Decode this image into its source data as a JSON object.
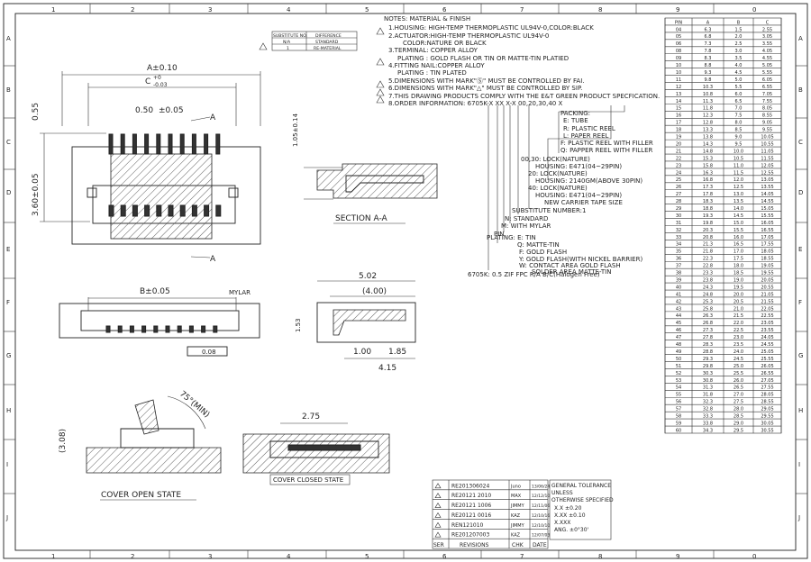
{
  "frame": {
    "columns": [
      "1",
      "2",
      "3",
      "4",
      "5",
      "6",
      "7",
      "8",
      "9",
      "0"
    ],
    "rows": [
      "A",
      "B",
      "C",
      "D",
      "E",
      "F",
      "G",
      "H",
      "I",
      "J"
    ]
  },
  "notes": {
    "lines": [
      "NOTES: MATERIAL & FINISH",
      "1.HOUSING: HIGH-TEMP THERMOPLASTIC UL94V-0,COLOR:BLACK",
      "2.ACTUATOR:HIGH-TEMP THERMOPLASTIC UL94V-0",
      "COLOR:NATURE OR BLACK",
      "3.TERMINAL: COPPER ALLOY",
      "PLATING : GOLD FLASH OR TIN OR MATTE-TIN PLATIED",
      "4.FITTING NAIL:COPPER ALLOY",
      "PLATING : TIN PLATED",
      "5.DIMENSIONS WITH MARK\"Ⓢ\" MUST BE CONTROLLED BY FAI.",
      "6.DIMENSIONS WITH MARK\"△\" MUST BE CONTROLLED BY SIP.",
      "7.THIS DRAWING PRODUCTS COMPLY WITH THE E&T GREEN PRODUCT SPECFICATION.",
      "8.ORDER INFORMATION: 6705K-X XX X-X 00,20,30,40 X"
    ]
  },
  "order_info": {
    "packing_title": "PACKING:",
    "packing": [
      "E: TUBE",
      "R: PLASTIC REEL",
      "L: PAPER REEL",
      "F: PLASTIC REEL WITH FILLER",
      "Q: PAPPER REEL WITH FILLER"
    ],
    "lock": [
      "00,30: LOCK(NATURE)",
      "HOUSING: E471(04~29PIN)",
      "20: LOCK(NATURE)",
      "HOUSING: 2140GM(ABOVE 30PIN)",
      "40: LOCK(NATURE)",
      "HOUSING: E471(04~29PIN)",
      "NEW CARRIER TAPE SIZE"
    ],
    "substitute": "SUBSTITUTE NUMBER:1",
    "type": [
      "N: STANDARD",
      "M: WITH MYLAR"
    ],
    "pin": "PIN",
    "plating": [
      "PLATING: E: TIN",
      "Q: MATTE-TIN",
      "F: GOLD FLASH",
      "Y: GOLD FLASH(WITH NICKEL BARRIER)",
      "W: CONTACT AREA GOLD FLASH",
      "SOLDER AREA MATTE-TIN"
    ],
    "product": "6705K: 0.5 ZIF FPC R/A B/C(Halogen Free)"
  },
  "substitute_table": {
    "headers": [
      "SUBSTITUTE NO.",
      "DIFFERENCE"
    ],
    "rows": [
      [
        "N/A",
        "STANDARD"
      ],
      [
        "1",
        "RE-MATERIAL"
      ]
    ]
  },
  "dimensions": {
    "a": "A±0.10",
    "c_upper": "+0",
    "c_lower": "-0.03",
    "c": "C",
    "pitch": "0.50",
    "pitch_tol": "±0.05",
    "s55": "0.55",
    "h360": "3.60±0.05",
    "b": "B±0.05",
    "mylar": "MYLAR",
    "d008": "0.08",
    "d105": "1.05±0.14",
    "d502": "5.02",
    "d400": "(4.00)",
    "d153": "1.53",
    "d100": "1.00",
    "d185": "1.85",
    "d415": "4.15",
    "d308": "(3.08)",
    "angle": "75°(MIN)",
    "d275": "2.75",
    "section_mark": "A"
  },
  "labels": {
    "section": "SECTION A-A",
    "cover_open": "COVER OPEN STATE",
    "cover_closed": "COVER CLOSED STATE"
  },
  "pin_table": {
    "headers": [
      "PIN",
      "A",
      "B",
      "C"
    ],
    "rows": [
      [
        "04",
        "6.3",
        "1.5",
        "2.55"
      ],
      [
        "05",
        "6.8",
        "2.0",
        "3.05"
      ],
      [
        "06",
        "7.3",
        "2.5",
        "3.55"
      ],
      [
        "08",
        "7.8",
        "3.0",
        "4.05"
      ],
      [
        "09",
        "8.3",
        "3.5",
        "4.55"
      ],
      [
        "10",
        "8.8",
        "4.0",
        "5.05"
      ],
      [
        "10",
        "9.3",
        "4.5",
        "5.55"
      ],
      [
        "11",
        "9.8",
        "5.0",
        "6.05"
      ],
      [
        "12",
        "10.3",
        "5.5",
        "6.55"
      ],
      [
        "13",
        "10.8",
        "6.0",
        "7.05"
      ],
      [
        "14",
        "11.3",
        "6.5",
        "7.55"
      ],
      [
        "15",
        "11.8",
        "7.0",
        "8.05"
      ],
      [
        "16",
        "12.3",
        "7.5",
        "8.55"
      ],
      [
        "17",
        "12.8",
        "8.0",
        "9.05"
      ],
      [
        "18",
        "13.3",
        "8.5",
        "9.55"
      ],
      [
        "19",
        "13.8",
        "9.0",
        "10.05"
      ],
      [
        "20",
        "14.3",
        "9.5",
        "10.55"
      ],
      [
        "21",
        "14.8",
        "10.0",
        "11.05"
      ],
      [
        "22",
        "15.3",
        "10.5",
        "11.55"
      ],
      [
        "23",
        "15.8",
        "11.0",
        "12.05"
      ],
      [
        "24",
        "16.3",
        "11.5",
        "12.55"
      ],
      [
        "25",
        "16.8",
        "12.0",
        "13.05"
      ],
      [
        "26",
        "17.3",
        "12.5",
        "13.55"
      ],
      [
        "27",
        "17.8",
        "13.0",
        "14.05"
      ],
      [
        "28",
        "18.3",
        "13.5",
        "14.55"
      ],
      [
        "29",
        "18.8",
        "14.0",
        "15.05"
      ],
      [
        "30",
        "19.3",
        "14.5",
        "15.55"
      ],
      [
        "31",
        "19.8",
        "15.0",
        "16.05"
      ],
      [
        "32",
        "20.3",
        "15.5",
        "16.55"
      ],
      [
        "33",
        "20.8",
        "16.0",
        "17.05"
      ],
      [
        "34",
        "21.3",
        "16.5",
        "17.55"
      ],
      [
        "35",
        "21.8",
        "17.0",
        "18.05"
      ],
      [
        "36",
        "22.3",
        "17.5",
        "18.55"
      ],
      [
        "37",
        "22.8",
        "18.0",
        "19.05"
      ],
      [
        "38",
        "23.3",
        "18.5",
        "19.55"
      ],
      [
        "39",
        "23.8",
        "19.0",
        "20.05"
      ],
      [
        "40",
        "24.3",
        "19.5",
        "20.55"
      ],
      [
        "41",
        "24.8",
        "20.0",
        "21.05"
      ],
      [
        "42",
        "25.3",
        "20.5",
        "21.55"
      ],
      [
        "43",
        "25.8",
        "21.0",
        "22.05"
      ],
      [
        "44",
        "26.3",
        "21.5",
        "22.55"
      ],
      [
        "45",
        "26.8",
        "22.0",
        "23.05"
      ],
      [
        "46",
        "27.3",
        "22.5",
        "23.55"
      ],
      [
        "47",
        "27.8",
        "23.0",
        "24.05"
      ],
      [
        "48",
        "28.3",
        "23.5",
        "24.55"
      ],
      [
        "49",
        "28.8",
        "24.0",
        "25.05"
      ],
      [
        "50",
        "29.3",
        "24.5",
        "25.55"
      ],
      [
        "51",
        "29.8",
        "25.0",
        "26.05"
      ],
      [
        "52",
        "30.3",
        "25.5",
        "26.55"
      ],
      [
        "53",
        "30.8",
        "26.0",
        "27.05"
      ],
      [
        "54",
        "31.3",
        "26.5",
        "27.55"
      ],
      [
        "55",
        "31.8",
        "27.0",
        "28.05"
      ],
      [
        "56",
        "32.3",
        "27.5",
        "28.55"
      ],
      [
        "57",
        "32.8",
        "28.0",
        "29.05"
      ],
      [
        "58",
        "33.3",
        "28.5",
        "29.55"
      ],
      [
        "59",
        "33.8",
        "29.0",
        "30.05"
      ],
      [
        "60",
        "34.3",
        "29.5",
        "30.55"
      ]
    ]
  },
  "revisions": {
    "rows": [
      [
        "RE201306024",
        "Juno",
        "13/06/24"
      ],
      [
        "RE20121 2010",
        "MAX",
        "12/12/10"
      ],
      [
        "RE20121 1006",
        "JIMMY",
        "12/11/06"
      ],
      [
        "RE20121 0016",
        "KAZ",
        "12/10/16"
      ],
      [
        "REN121010",
        "JIMMY",
        "12/10/10"
      ],
      [
        "RE201207003",
        "KAZ",
        "12/07/03"
      ]
    ],
    "footer": [
      "SER",
      "REVISIONS",
      "CHK",
      "DATE"
    ]
  },
  "tolerance": {
    "lines": [
      "GENERAL TOLERANCE",
      "UNLESS",
      "OTHERWISE SPECIFIED",
      "X.X      ±0.20",
      "X.XX     ±0.10",
      "X.XXX",
      "ANG.     ±0°30'"
    ]
  }
}
